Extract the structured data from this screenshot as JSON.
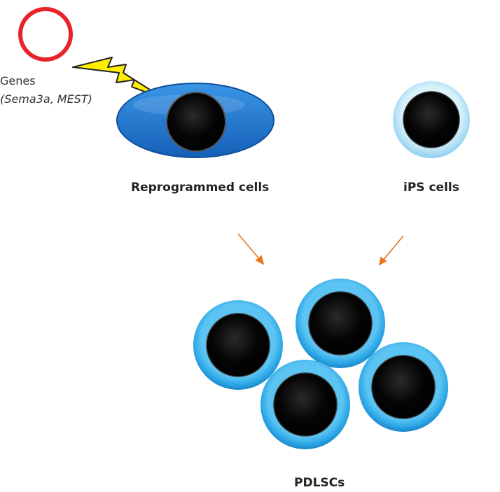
{
  "labels": {
    "genes": "Genes",
    "genes_detail": "(Sema3a, MEST)",
    "reprogrammed": "Reprogrammed cells",
    "ips": "iPS cells",
    "pdlscs": "PDLSCs"
  },
  "colors": {
    "plasmid_ring": "#e8242a",
    "lightning_fill": "#ffee00",
    "reprogrammed_cell": "#1e78d2",
    "ips_ring": "#a6dcf4",
    "pdlsc_ring": "#2aa6e6",
    "nucleus": "#000000",
    "arrow": "#e8761e"
  }
}
